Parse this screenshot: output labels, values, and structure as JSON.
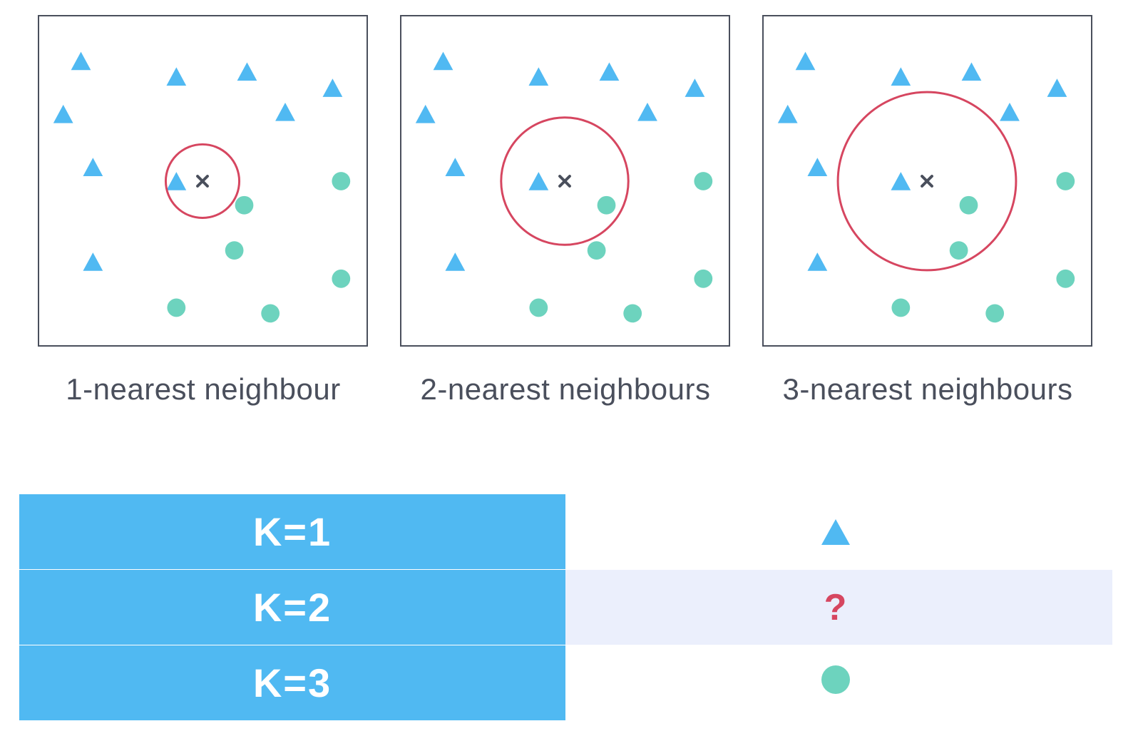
{
  "colors": {
    "triangle": "#50b9f2",
    "circle": "#6dd3be",
    "ring": "#d64660",
    "query": "#4a4f5c",
    "frame": "#4a4f5c",
    "table_header": "#50b9f2",
    "highlight_row": "#ebeffc"
  },
  "panels": [
    {
      "caption": "1-nearest neighbour",
      "k": 1
    },
    {
      "caption": "2-nearest neighbours",
      "k": 2
    },
    {
      "caption": "3-nearest neighbours",
      "k": 3
    }
  ],
  "query_marker": {
    "symbol": "cross-icon"
  },
  "table": {
    "rows": [
      {
        "label": "K=1",
        "result": "triangle-icon",
        "result_text": ""
      },
      {
        "label": "K=2",
        "result": "question-icon",
        "result_text": "?"
      },
      {
        "label": "K=3",
        "result": "circle-icon",
        "result_text": ""
      }
    ]
  }
}
